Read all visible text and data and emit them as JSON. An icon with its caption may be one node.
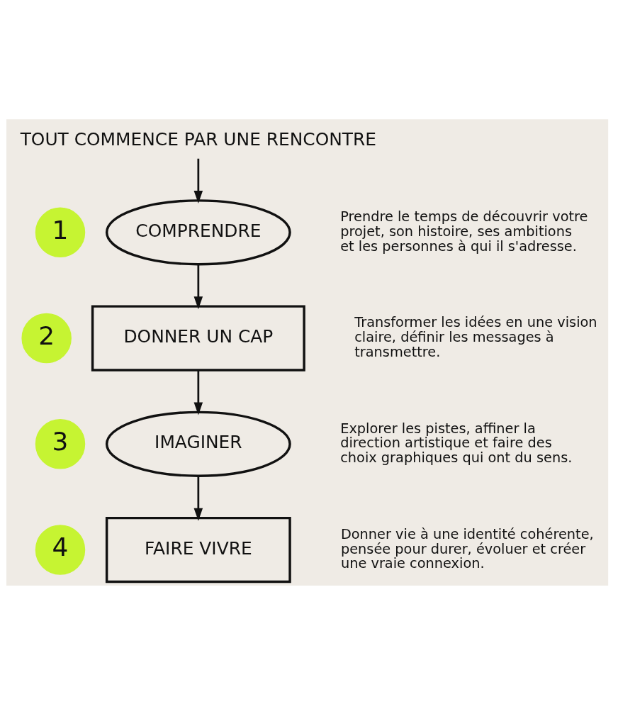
{
  "diagram": {
    "nodes": [
      {
        "text": [
          "TOUT COMMENCE PAR UNE RENCONTRE"
        ]
      },
      {
        "text": [
          "1"
        ]
      },
      {
        "text": [
          "COMPRENDRE"
        ],
        "beside": [
          "Prendre le temps de découvrir votre projet, son histoire, ses ambitions et les personnes à qui il s'adresse."
        ]
      },
      {
        "text": [
          "2"
        ]
      },
      {
        "text": [
          "DONNER UN CAP"
        ],
        "beside": [
          "Transformer les idées en une vision claire, définir les messages à transmettre."
        ]
      },
      {
        "text": [
          "3"
        ]
      },
      {
        "text": [
          "IMAGINER"
        ],
        "beside": [
          "Explorer les pistes, affiner la direction artistique et faire des choix graphiques qui ont du sens."
        ]
      },
      {
        "text": [
          "4"
        ]
      },
      {
        "text": [
          "FAIRE VIVRE"
        ],
        "beside": [
          "Donner vie à une identité cohérente, pensée pour durer, évoluer et créer une vraie connexion."
        ]
      }
    ],
    "edges": [
      {
        "from": 0,
        "to": 2,
        "arrow": "to"
      },
      {
        "from": 2,
        "to": 4,
        "arrow": "to"
      },
      {
        "from": 4,
        "to": 6,
        "arrow": "to"
      },
      {
        "from": 6,
        "to": 8,
        "arrow": "to"
      }
    ]
  }
}
